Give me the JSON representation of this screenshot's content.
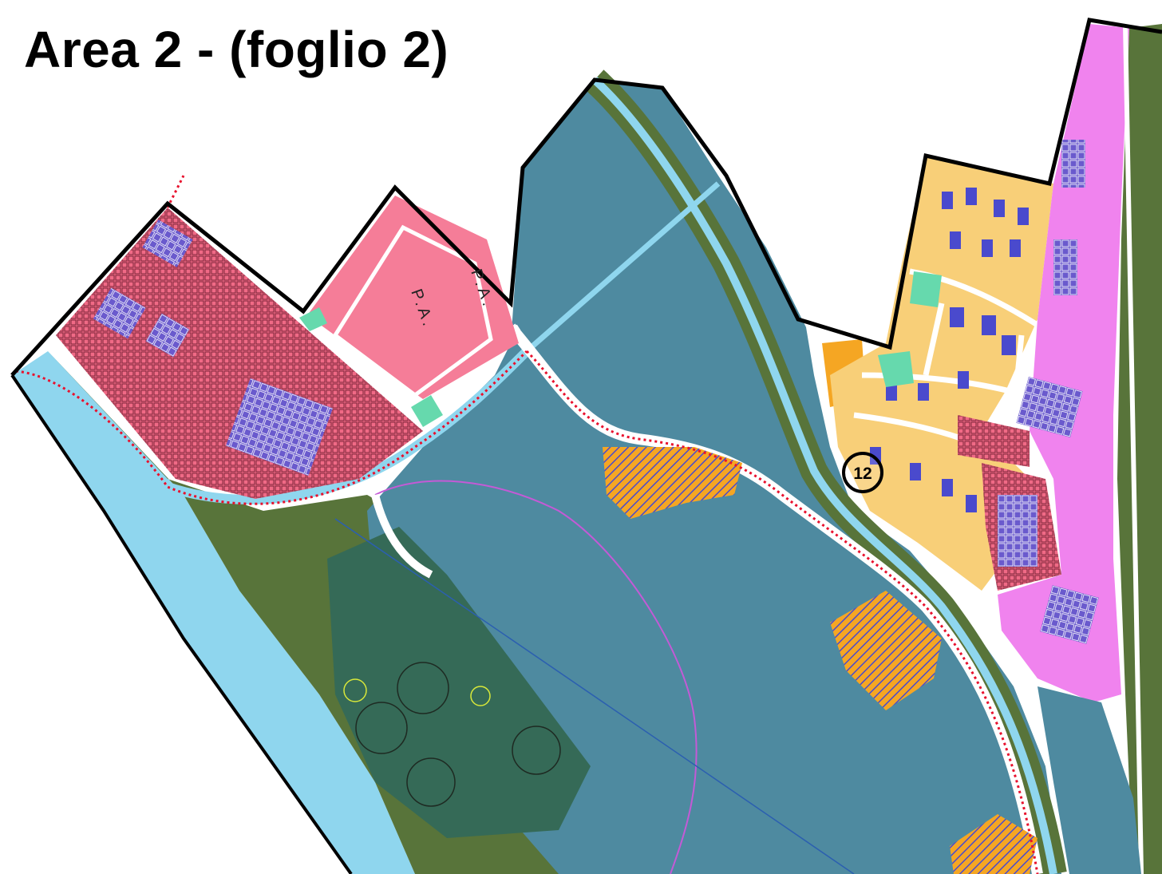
{
  "title": "Area 2 - (foglio 2)",
  "zone_labels": {
    "pa_upper": "P.A.",
    "pa_lower": "P.A."
  },
  "markers": [
    {
      "label": "12"
    }
  ],
  "colors": {
    "river": "#8fd6ee",
    "green_belt": "#58743a",
    "blue_agricultural": "#4e8aa0",
    "dark_green": "#356a57",
    "pink_hatched": "#f06a86",
    "pink_pa": "#f57d98",
    "orange": "#f5a623",
    "yellow_residential": "#f8cf78",
    "magenta": "#f083ee",
    "mint": "#66d9ad",
    "boundary": "#000000",
    "red_dotted": "#e8112d",
    "building_blue": "#4a4acd"
  }
}
